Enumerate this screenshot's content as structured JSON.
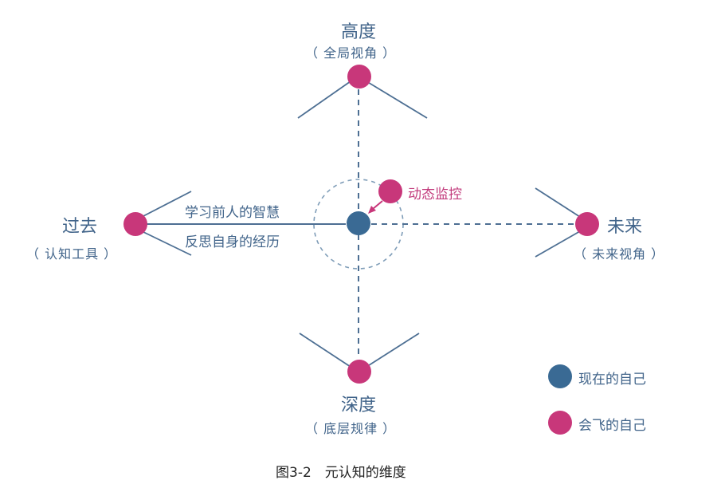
{
  "colors": {
    "blue": "#3a6a94",
    "pink": "#c8377a",
    "line": "#4d6f93",
    "text_blue": "#41648a",
    "text_pink": "#c23b7c"
  },
  "top": {
    "title": "高度",
    "sub": "（ 全局视角 ）"
  },
  "bottom": {
    "title": "深度",
    "sub": "（ 底层规律 ）"
  },
  "left": {
    "title": "过去",
    "sub": "（ 认知工具 ）",
    "line_text_1": "学习前人的智慧",
    "line_text_2": "反思自身的经历"
  },
  "right": {
    "title": "未来",
    "sub": "（ 未来视角 ）"
  },
  "center": {
    "monitor_label": "动态监控"
  },
  "legend": [
    {
      "label": "现在的自己",
      "color": "#3a6a94"
    },
    {
      "label": "会飞的自己",
      "color": "#c8377a"
    }
  ],
  "caption": "图3-2　元认知的维度"
}
